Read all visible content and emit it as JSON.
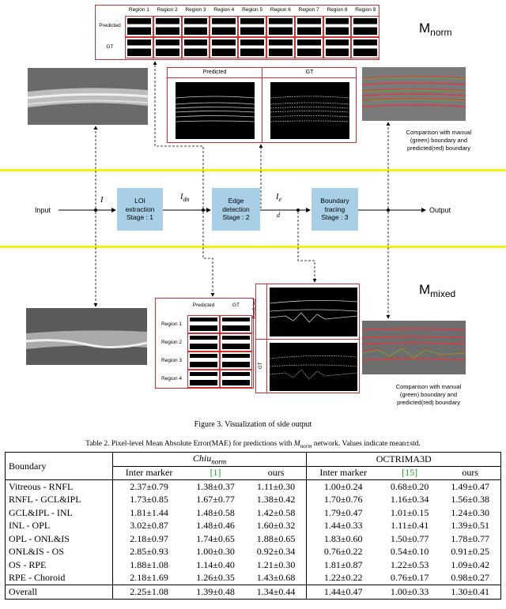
{
  "figure": {
    "m_norm": {
      "base": "M",
      "sub": "norm"
    },
    "m_mixed": {
      "base": "M",
      "sub": "mixed"
    },
    "top_grid": {
      "regions": [
        "Region 1",
        "Region 2",
        "Region 3",
        "Region 4",
        "Region 5",
        "Region 6",
        "Region 7",
        "Region 8",
        "Region 9"
      ],
      "rows": [
        "Predicted",
        "GT"
      ]
    },
    "edge_top": {
      "predicted": "Predicted",
      "gt": "GT"
    },
    "edge_bottom": {
      "predicted": "Predicted",
      "gt": "GT"
    },
    "bottom_grid": {
      "regions": [
        "Region 1",
        "Region 2",
        "Region 3",
        "Region 4"
      ],
      "cols": [
        "Predicted",
        "GT"
      ]
    },
    "pipeline": {
      "input": "Input",
      "output": "Output",
      "sym_i": "I",
      "sym_idn_base": "I",
      "sym_idn_sub": "dn",
      "sym_ie_base": "I",
      "sym_ie_sub": "e",
      "sym_d": "d",
      "stage1": [
        "LOI",
        "extraction",
        "Stage : 1"
      ],
      "stage2": [
        "Edge",
        "detection",
        "Stage : 2"
      ],
      "stage3": [
        "Boundary",
        "tracing",
        "Stage : 3"
      ]
    },
    "comparison_text": [
      "Comparison with manual",
      "(green) boundary and",
      "predicted(red) boundary"
    ],
    "caption": "Figure 3. Visualization of side output"
  },
  "table": {
    "caption_before": "Table 2. Pixel-level Mean Absolute Error(MAE) for predictions with ",
    "caption_math_base": "M",
    "caption_math_sub": "norm",
    "caption_after": " network. Values indicate mean±std.",
    "header_boundary": "Boundary",
    "group1_base": "Chiu",
    "group1_sub": "norm",
    "group2": "OCTRIMA3D",
    "subheaders": [
      "Inter marker",
      "[1]",
      "ours",
      "Inter marker",
      "[15]",
      "ours"
    ],
    "rows": [
      {
        "b": "Vitreous - RNFL",
        "v": [
          "2.37±0.79",
          "1.38±0.37",
          "1.11±0.30",
          "1.00±0.24",
          "0.68±0.20",
          "1.49±0.47"
        ]
      },
      {
        "b": "RNFL - GCL&IPL",
        "v": [
          "1.73±0.85",
          "1.67±0.77",
          "1.38±0.42",
          "1.70±0.76",
          "1.16±0.34",
          "1.56±0.38"
        ]
      },
      {
        "b": "GCL&IPL - INL",
        "v": [
          "1.81±1.44",
          "1.48±0.58",
          "1.42±0.58",
          "1.79±0.47",
          "1.01±0.15",
          "1.24±0.30"
        ]
      },
      {
        "b": "INL - OPL",
        "v": [
          "3.02±0.87",
          "1.48±0.46",
          "1.60±0.32",
          "1.44±0.33",
          "1.11±0.41",
          "1.39±0.51"
        ]
      },
      {
        "b": "OPL - ONL&IS",
        "v": [
          "2.18±0.97",
          "1.74±0.65",
          "1.88±0.65",
          "1.83±0.60",
          "1.50±0.77",
          "1.78±0.77"
        ]
      },
      {
        "b": "ONL&IS - OS",
        "v": [
          "2.85±0.93",
          "1.00±0.30",
          "0.92±0.34",
          "0.76±0.22",
          "0.54±0.10",
          "0.91±0.25"
        ]
      },
      {
        "b": "OS - RPE",
        "v": [
          "1.88±1.08",
          "1.14±0.40",
          "1.21±0.30",
          "1.81±0.87",
          "1.22±0.53",
          "1.09±0.42"
        ]
      },
      {
        "b": "RPE - Choroid",
        "v": [
          "2.18±1.69",
          "1.26±0.35",
          "1.43±0.68",
          "1.22±0.22",
          "0.76±0.17",
          "0.98±0.27"
        ]
      }
    ],
    "overall": {
      "b": "Overall",
      "v": [
        "2.25±1.08",
        "1.39±0.48",
        "1.34±0.44",
        "1.44±0.47",
        "1.00±0.33",
        "1.30±0.41"
      ]
    }
  }
}
